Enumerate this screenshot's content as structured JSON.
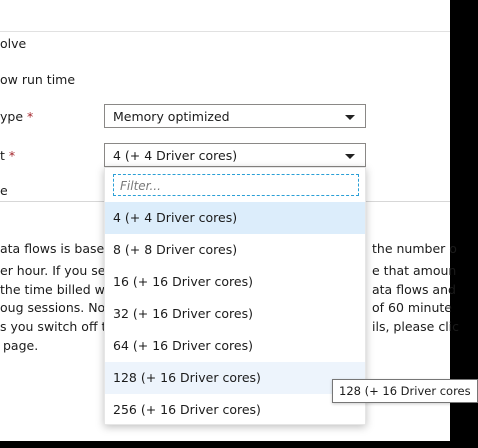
{
  "form": {
    "resolve_text": "olve",
    "flow_run_time_label": "ow run time",
    "compute_type": {
      "label": "ype",
      "required_mark": "*",
      "value": "Memory optimized"
    },
    "core_count": {
      "label": "t",
      "required_mark": "*",
      "value": "4 (+ 4 Driver cores)"
    },
    "partial_label": "e"
  },
  "dropdown": {
    "filter_placeholder": "Filter...",
    "options": [
      {
        "label": "4 (+ 4 Driver cores)",
        "state": "selected"
      },
      {
        "label": "8 (+ 8 Driver cores)",
        "state": ""
      },
      {
        "label": "16 (+ 16 Driver cores)",
        "state": ""
      },
      {
        "label": "32 (+ 16 Driver cores)",
        "state": ""
      },
      {
        "label": "64 (+ 16 Driver cores)",
        "state": ""
      },
      {
        "label": "128 (+ 16 Driver cores)",
        "state": "hover"
      },
      {
        "label": "256 (+ 16 Driver cores)",
        "state": ""
      }
    ]
  },
  "tooltip": {
    "text": "128 (+ 16 Driver cores"
  },
  "description": {
    "left_lines": [
      "ata flows is base",
      "er hour. If you set",
      "the time billed w",
      "oug sessions. Not",
      "s you switch off th",
      "page."
    ],
    "right_lines": [
      "the number o",
      "e that amoun",
      "ata flows and",
      "of 60 minute",
      "ils, please clic"
    ]
  },
  "colors": {
    "selected_bg": "#dcedfb",
    "hover_bg": "#edf4fc",
    "required": "#a4262c",
    "filter_border": "#2a9fd6"
  }
}
